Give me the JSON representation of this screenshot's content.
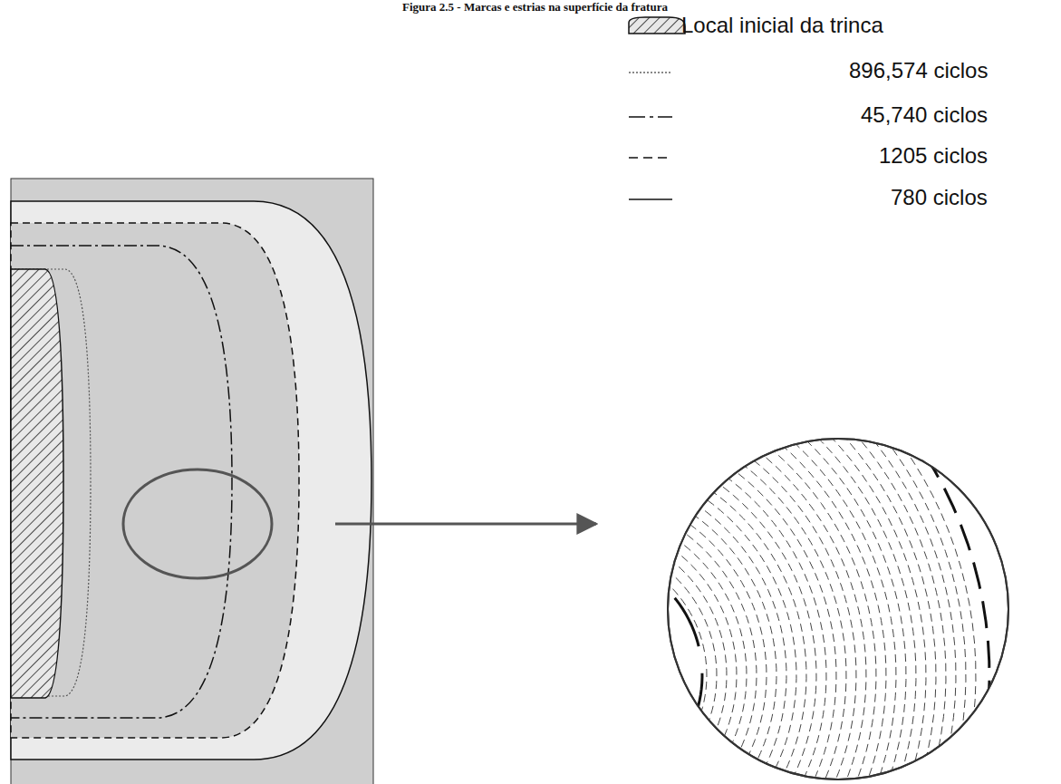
{
  "diagram": {
    "title": "Figura 2.5 - Marcas e estrias na superfície da fratura",
    "legend": [
      {
        "text": "Local inicial da trinca"
      },
      {
        "text": "896,574 ciclos"
      },
      {
        "text": "45,740 ciclos"
      },
      {
        "text": "1205 ciclos"
      },
      {
        "text": "780 ciclos"
      }
    ]
  }
}
